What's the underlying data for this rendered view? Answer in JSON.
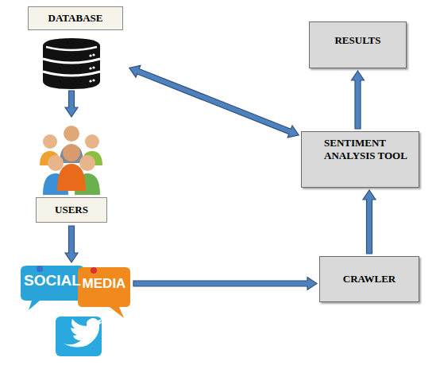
{
  "diagram": {
    "nodes": [
      {
        "text": [
          "DATABASE"
        ]
      },
      {
        "text": [
          "USERS"
        ]
      },
      {
        "text": [
          "SOCIAL",
          "MEDIA"
        ]
      },
      {
        "text": [
          "CRAWLER"
        ]
      },
      {
        "text": [
          "SENTIMENT ANALYSIS TOOL"
        ]
      },
      {
        "text": [
          "RESULTS"
        ]
      }
    ],
    "edges": [
      {
        "from": 0,
        "to": 1,
        "arrow": "to"
      },
      {
        "from": 1,
        "to": 2,
        "arrow": "to"
      },
      {
        "from": 2,
        "to": 3,
        "arrow": "to"
      },
      {
        "from": 3,
        "to": 4,
        "arrow": "to"
      },
      {
        "from": 4,
        "to": 5,
        "arrow": "to"
      },
      {
        "from": 0,
        "to": 4,
        "arrow": "both"
      }
    ]
  }
}
